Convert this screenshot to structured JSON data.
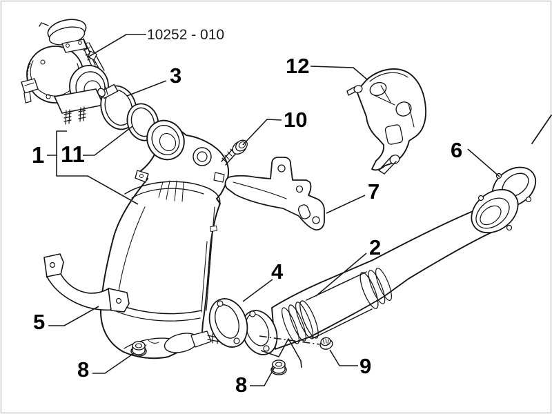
{
  "diagram": {
    "type": "exploded-parts-diagram",
    "reference_code": "10252 - 010",
    "callouts": {
      "ref": {
        "label": "10252 - 010"
      },
      "c1": {
        "label": "1"
      },
      "c2": {
        "label": "2"
      },
      "c3": {
        "label": "3"
      },
      "c4": {
        "label": "4"
      },
      "c5": {
        "label": "5"
      },
      "c6": {
        "label": "6"
      },
      "c7": {
        "label": "7"
      },
      "c8a": {
        "label": "8"
      },
      "c8b": {
        "label": "8"
      },
      "c9": {
        "label": "9"
      },
      "c10": {
        "label": "10"
      },
      "c11": {
        "label": "11"
      },
      "c12": {
        "label": "12"
      }
    },
    "colors": {
      "background": "#ffffff",
      "line": "#161616",
      "label": "#000000",
      "frame": "#cccccc"
    }
  }
}
